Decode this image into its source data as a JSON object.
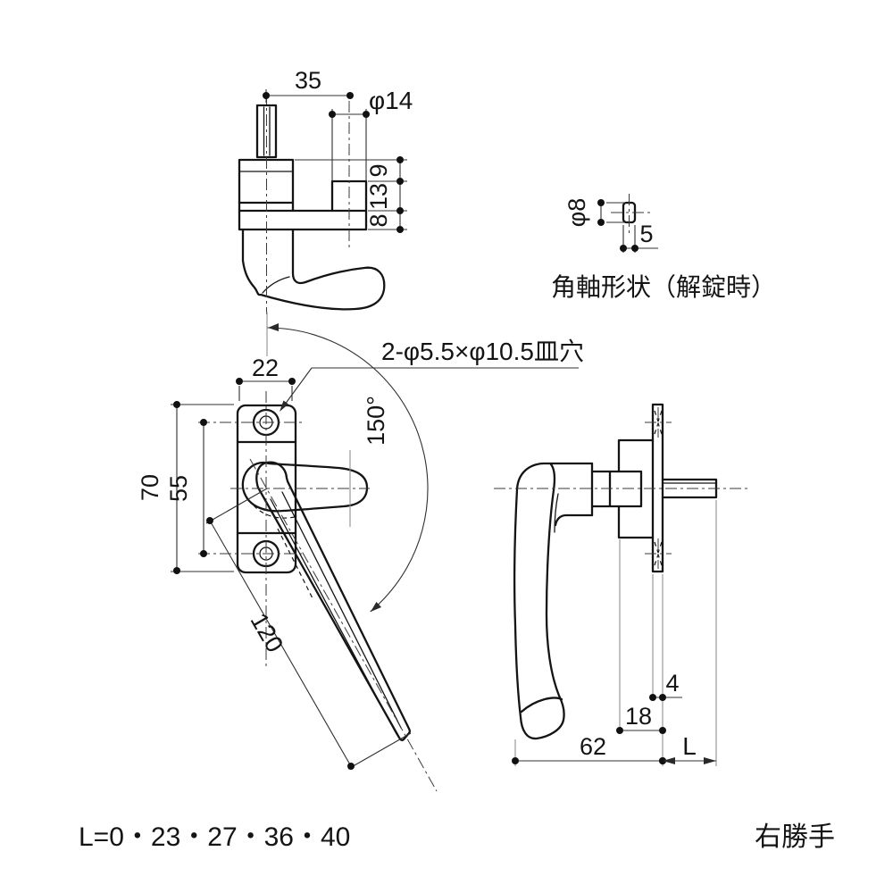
{
  "top_view": {
    "d35": "35",
    "dia14": "φ14",
    "d9": "9",
    "d13": "13",
    "d8": "8"
  },
  "shaft_detail": {
    "dia8": "φ8",
    "d5": "5",
    "caption": "角軸形状（解錠時）"
  },
  "front_view": {
    "d22": "22",
    "d70": "70",
    "d55": "55",
    "angle": "150°",
    "d120": "120",
    "callout": "2-φ5.5×φ10.5皿穴"
  },
  "side_view": {
    "d4": "4",
    "d18": "18",
    "d62": "62",
    "dL": "L"
  },
  "footer": {
    "lengths": "L=0・23・27・36・40",
    "hand": "右勝手"
  },
  "colors": {
    "line": "#141414",
    "dim": "#303030",
    "ext": "#8f8f8f",
    "background": "#ffffff"
  }
}
